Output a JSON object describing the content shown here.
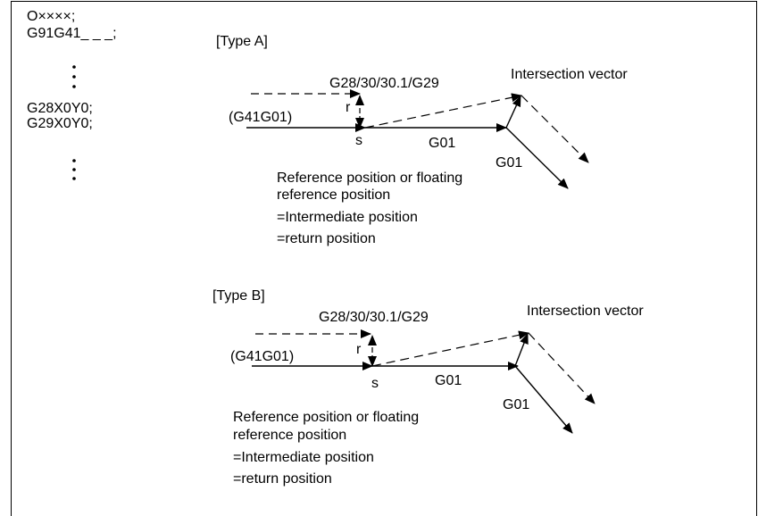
{
  "program": {
    "lines": [
      "O××××;",
      "G91G41_ _ _;",
      "G28X0Y0;",
      "G29X0Y0;"
    ]
  },
  "typeA": {
    "title": "[Type A]",
    "cmd_label": "G28/30/30.1/G29",
    "vector_label": "Intersection vector",
    "r_label": "r",
    "lead_label": "(G41G01)",
    "s_label": "s",
    "g01_label": "G01",
    "g01_label2": "G01",
    "note": [
      "Reference position or floating",
      "reference position",
      "=Intermediate position",
      "=return position"
    ]
  },
  "typeB": {
    "title": "[Type B]",
    "cmd_label": "G28/30/30.1/G29",
    "vector_label": "Intersection vector",
    "r_label": "r",
    "lead_label": "(G41G01)",
    "s_label": "s",
    "g01_label": "G01",
    "g01_label2": "G01",
    "note": [
      "Reference position or floating",
      "reference position",
      "=Intermediate position",
      "=return position"
    ]
  }
}
